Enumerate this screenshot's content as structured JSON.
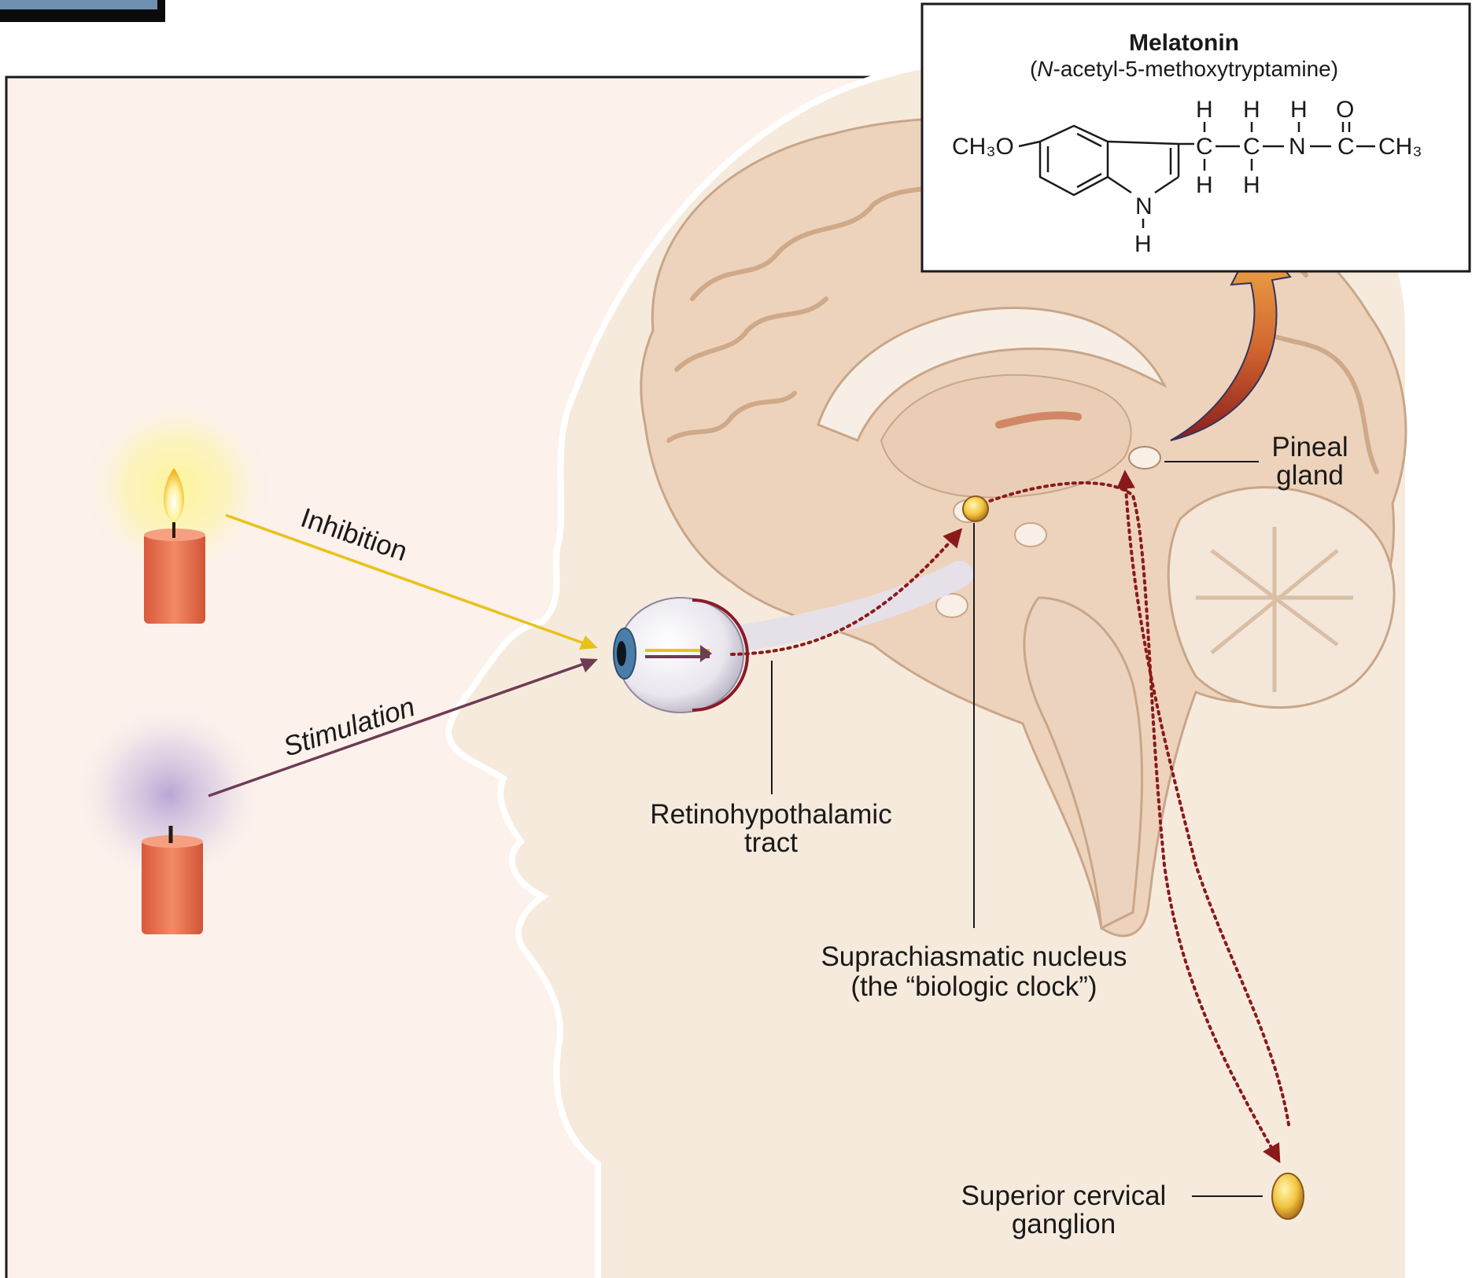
{
  "melatonin": {
    "title": "Melatonin",
    "subtitle_italic": "N",
    "subtitle_rest": "-acetyl-5-methoxytryptamine)",
    "subtitle_open": "(",
    "formula": {
      "methoxy": "CH₃O",
      "methyl": "CH₃",
      "carbon": "C",
      "nitrogen": "N",
      "hydrogen": "H",
      "oxygen": "O"
    }
  },
  "labels": {
    "inhibition": "Inhibition",
    "stimulation": "Stimulation",
    "pineal_line1": "Pineal",
    "pineal_line2": "gland",
    "rht_line1": "Retinohypothalamic",
    "rht_line2": "tract",
    "scn_line1": "Suprachiasmatic nucleus",
    "scn_line2": "(the “biologic clock”)",
    "scg_line1": "Superior cervical",
    "scg_line2": "ganglion"
  },
  "colors": {
    "panel_bg": "#fcf1eb",
    "head_fill": "#f6eadd",
    "brain_fill": "#edd3bc",
    "inhibition_arrow": "#e8c21a",
    "stimulation_arrow": "#6e3b55",
    "pathway_dots": "#8a1a1a",
    "candle": "#e6714f"
  }
}
